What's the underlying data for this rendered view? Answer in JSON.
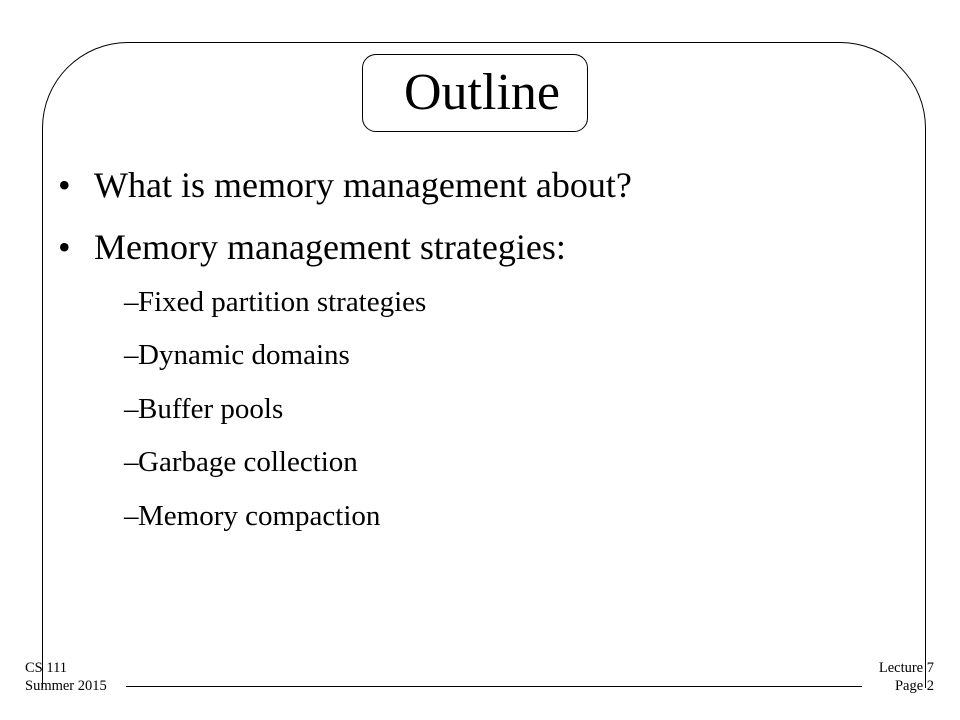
{
  "slide": {
    "title": "Outline",
    "bullets": [
      {
        "marker": "•",
        "text": "What is memory management about?"
      },
      {
        "marker": "•",
        "text": "Memory management strategies:"
      }
    ],
    "sub_bullets": [
      {
        "marker": "–",
        "text": "Fixed partition strategies"
      },
      {
        "marker": "–",
        "text": "Dynamic domains"
      },
      {
        "marker": "–",
        "text": "Buffer pools"
      },
      {
        "marker": "–",
        "text": "Garbage collection"
      },
      {
        "marker": "–",
        "text": "Memory compaction"
      }
    ]
  },
  "footer": {
    "course": "CS 111",
    "term": "Summer 2015",
    "lecture": "Lecture 7",
    "page": "Page 2"
  }
}
